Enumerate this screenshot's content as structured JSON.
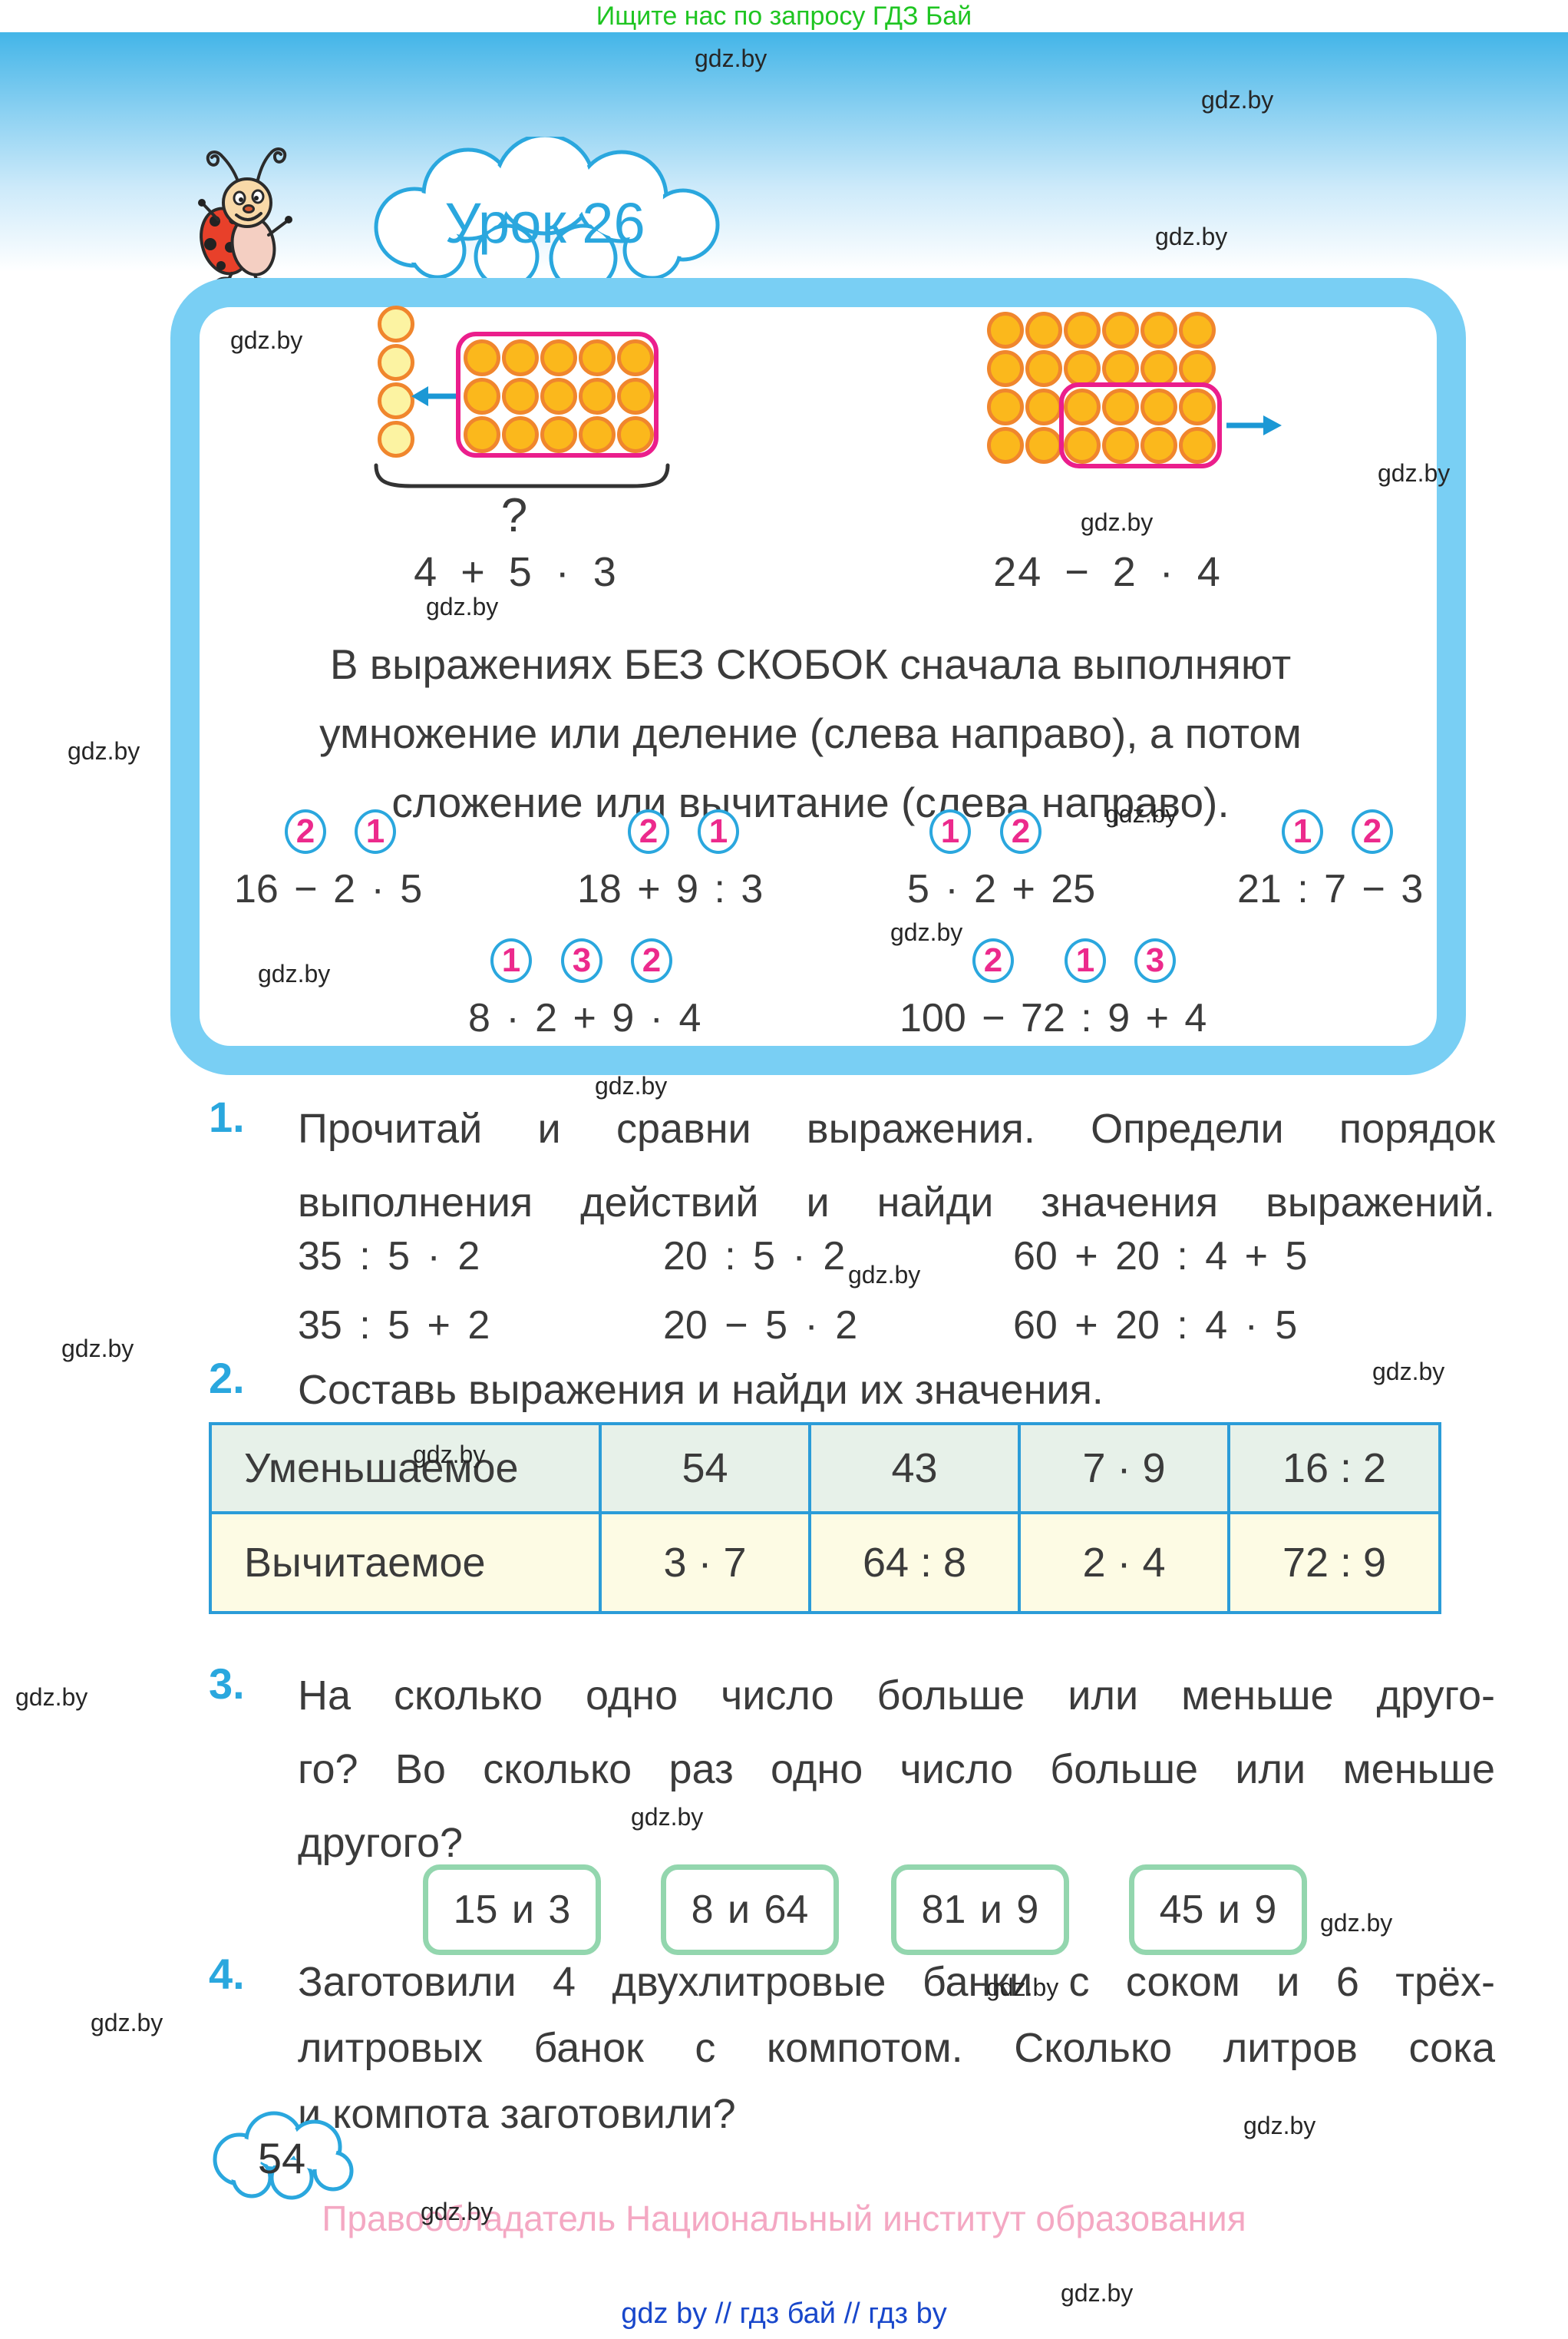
{
  "page": {
    "promo": "Ищите нас по запросу ГДЗ Бай",
    "watermark": "gdz.by",
    "lesson_title": "Урок 26",
    "page_number": "54",
    "copyright": "Правообладатель Национальный институт образования",
    "footer_links": "gdz by  //  гдз бай  //  гдз by"
  },
  "colors": {
    "promo_green": "#1fc522",
    "sky_blue": "#43b5e8",
    "box_border_blue": "#79cff4",
    "accent_cyan": "#2aa7de",
    "mark_pink": "#ec2a8c",
    "frame_pink": "#eb1e8c",
    "circle_orange_fill": "#fbb81c",
    "circle_pale_fill": "#fcf3a2",
    "circle_stroke": "#f0862d",
    "arrow_blue": "#1b98d5",
    "table_border": "#2b9cd8",
    "table_row1_bg": "#e7f1e9",
    "table_row2_bg": "#fdfbe4",
    "pair_box_green": "#93d6ae",
    "copyright_pink": "#f4a8c3",
    "footer_blue": "#1847cb",
    "text_dark": "#3b3b3b"
  },
  "intro": {
    "left_diagram": {
      "column_count": 4,
      "grid_count": 15,
      "grid_rows": 3,
      "grid_cols": 5,
      "question": "?",
      "expression": "4 + 5 · 3"
    },
    "right_diagram": {
      "grid_count": 24,
      "grid_rows": 4,
      "grid_cols": 6,
      "framed_count": 8,
      "expression": "24 − 2 · 4"
    },
    "rule_lines": [
      "В выражениях БЕЗ СКОБОК сначала выполняют",
      "умножение или деление (слева направо), а потом",
      "сложение или вычитание (слева направо)."
    ],
    "examples": [
      {
        "text": "16 − 2 · 5",
        "marks": [
          "2",
          "1"
        ]
      },
      {
        "text": "18 + 9 : 3",
        "marks": [
          "2",
          "1"
        ]
      },
      {
        "text": "5 · 2 + 25",
        "marks": [
          "1",
          "2"
        ]
      },
      {
        "text": "21 : 7 − 3",
        "marks": [
          "1",
          "2"
        ]
      },
      {
        "text": "8 · 2 + 9 · 4",
        "marks": [
          "1",
          "3",
          "2"
        ]
      },
      {
        "text": "100 − 72 : 9 + 4",
        "marks": [
          "2",
          "1",
          "3"
        ]
      }
    ]
  },
  "tasks": [
    {
      "number": "1.",
      "lines": [
        "Прочитай и сравни выражения. Определи порядок",
        "выполнения действий и найди значения выражений."
      ],
      "expressions": [
        [
          "35 : 5 · 2",
          "20 : 5 · 2",
          "60 + 20 : 4 + 5"
        ],
        [
          "35 : 5 + 2",
          "20 − 5 · 2",
          "60 + 20 : 4 · 5"
        ]
      ]
    },
    {
      "number": "2.",
      "lines": [
        "Составь выражения и найди их значения."
      ],
      "table": {
        "rows": [
          [
            "Уменьшаемое",
            "54",
            "43",
            "7 · 9",
            "16 : 2"
          ],
          [
            "Вычитаемое",
            "3 · 7",
            "64 : 8",
            "2 · 4",
            "72 : 9"
          ]
        ]
      }
    },
    {
      "number": "3.",
      "lines": [
        "На сколько одно число больше или меньше друго-",
        "го? Во сколько раз одно число больше или меньше",
        "другого?"
      ],
      "pairs": [
        "15 и 3",
        "8 и 64",
        "81 и 9",
        "45 и 9"
      ]
    },
    {
      "number": "4.",
      "lines": [
        "Заготовили 4 двухлитровые банки с соком и 6 трёх-",
        "литровых банок с компотом. Сколько литров сока",
        "и компота заготовили?"
      ]
    }
  ]
}
